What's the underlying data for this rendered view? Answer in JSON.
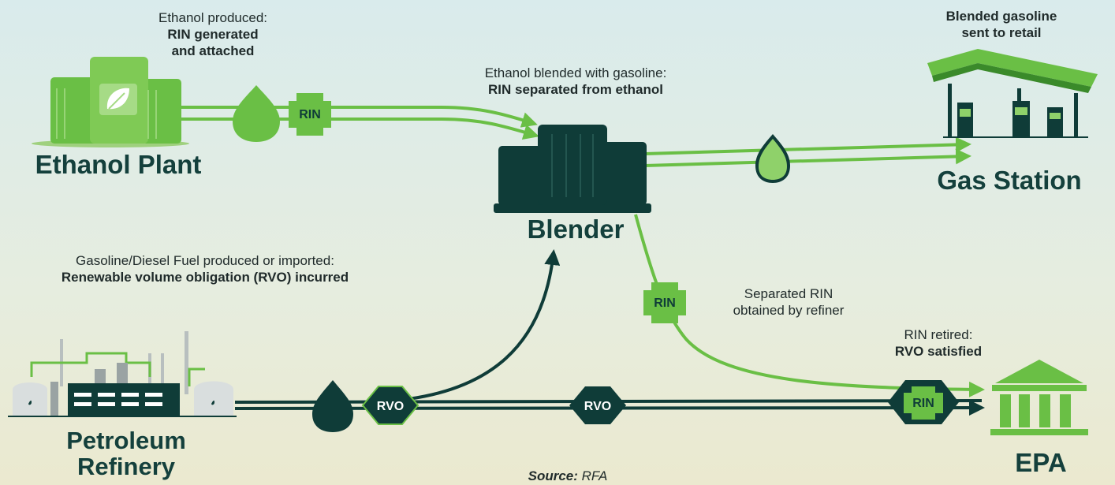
{
  "nodes": {
    "ethanol_plant": "Ethanol Plant",
    "blender": "Blender",
    "gas_station": "Gas Station",
    "petroleum_refinery": [
      "Petroleum",
      "Refinery"
    ],
    "epa": "EPA"
  },
  "annotations": {
    "ethanol_produced": {
      "line1": "Ethanol produced:",
      "line2": "RIN generated",
      "line3": "and attached"
    },
    "blended": {
      "line1": "Ethanol blended with gasoline:",
      "line2": "RIN separated from ethanol"
    },
    "retail": {
      "line1": "Blended gasoline",
      "line2": "sent to retail"
    },
    "gasoline_produced": {
      "line1": "Gasoline/Diesel Fuel produced or imported:",
      "line2": "Renewable volume obligation (RVO) incurred"
    },
    "separated_rin": {
      "line1": "Separated RIN",
      "line2": "obtained by refiner"
    },
    "retired": {
      "line1": "RIN retired:",
      "line2": "RVO satisfied"
    }
  },
  "badges": {
    "rin": "RIN",
    "rvo": "RVO"
  },
  "source": {
    "label": "Source:",
    "value": "RFA"
  },
  "colors": {
    "green": "#6abf45",
    "dark": "#0f3c38",
    "light_green": "#8fd16a"
  }
}
